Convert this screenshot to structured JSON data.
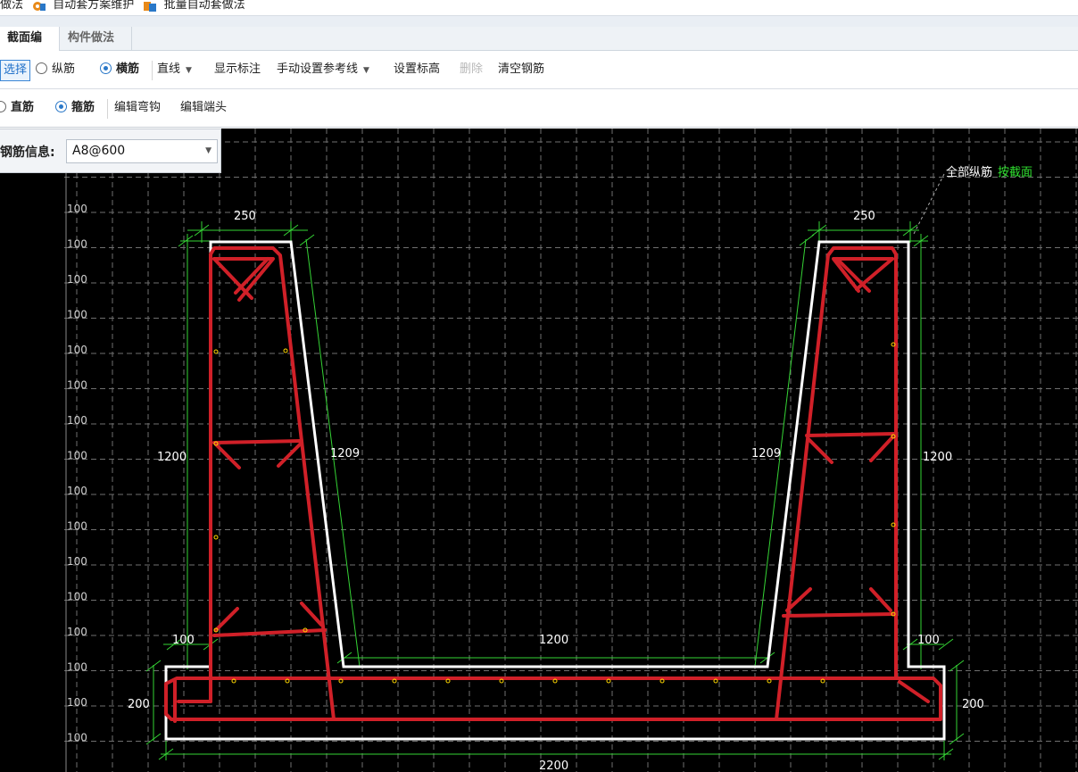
{
  "top_toolbar": {
    "item1_label": "做法",
    "item2_label": "自动套方案维护",
    "item3_label": "批量自动套做法"
  },
  "tabs": [
    {
      "label": "截面编辑"
    },
    {
      "label": "构件做法"
    }
  ],
  "toolbar1": {
    "select_label": "选择",
    "longitudinal_label": "纵筋",
    "transverse_label": "横筋",
    "line_type_value": "直线",
    "show_annotation_label": "显示标注",
    "manual_ref_line_label": "手动设置参考线",
    "set_elevation_label": "设置标高",
    "delete_label": "删除",
    "clear_rebar_label": "清空钢筋"
  },
  "toolbar2": {
    "straight_label": "直筋",
    "stirrup_label": "箍筋",
    "edit_hook_label": "编辑弯钩",
    "edit_end_label": "编辑端头"
  },
  "rebar_info": {
    "label": "钢筋信息:",
    "value": "A8@600"
  },
  "canvas_tag": {
    "all_longitudinal": "全部纵筋",
    "by_section": "按截面"
  },
  "ruler_value": "100",
  "dimensions": {
    "top_left_width": "250",
    "top_right_width": "250",
    "left_height": "1200",
    "right_height": "1200",
    "left_slope": "1209",
    "right_slope": "1209",
    "left_step": "100",
    "right_step": "100",
    "inner_width": "1200",
    "left_base_height": "200",
    "right_base_height": "200",
    "total_width": "2200"
  },
  "colors": {
    "canvas_bg": "#000000",
    "grid": "#6f6f6f",
    "section_outline": "#ffffff",
    "rebar": "#d02028",
    "dimension": "#35d435",
    "bar_dot": "#ffd800",
    "accent_blue": "#2a78c8"
  }
}
